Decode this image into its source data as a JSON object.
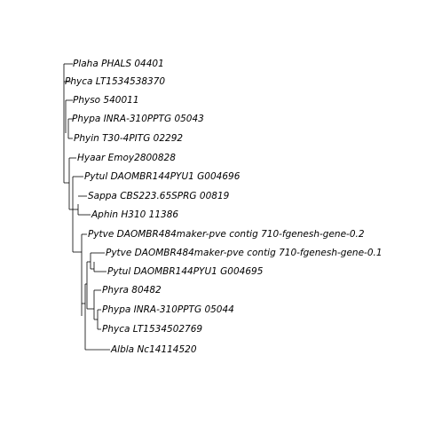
{
  "tree": {
    "tips": [
      "Plaha PHALS 04401",
      "Phyca LT1534538370",
      "Physo 540011",
      "Phypa INRA-310PPTG 05043",
      "Phyin T30-4PITG 02292",
      "Hyaar Emoy2800828",
      "Pytul DAOMBR144PYU1 G004696",
      "Sappa CBS223.65SPRG 00819",
      "Aphin H310 11386",
      "Pytve DAOMBR484maker-pve contig 710-fgenesh-gene-0.2",
      "Pytve DAOMBR484maker-pve contig 710-fgenesh-gene-0.1",
      "Pytul DAOMBR144PYU1 G004695",
      "Phyra 80482",
      "Phypa INRA-310PPTG 05044",
      "Phyca LT1534502769",
      "Albla Nc14114520"
    ]
  }
}
